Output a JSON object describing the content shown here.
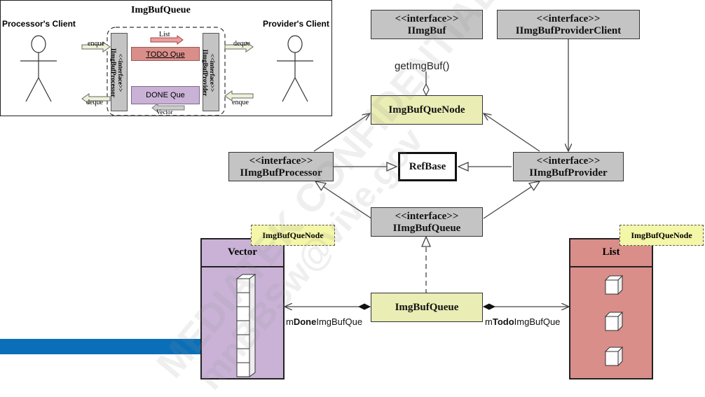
{
  "inset": {
    "title": "ImgBufQueue",
    "processor_client": "Processor's Client",
    "provider_client": "Provider's Client",
    "enque_left": "enque",
    "deque_left": "deque",
    "deque_right_top": "deque",
    "enque_right_bottom": "enque",
    "processor_bar": "<<interface>> IImgBufProcessor",
    "provider_bar": "<<interface>> IImgBufProvider",
    "list_label": "List",
    "todo_label": "TODO Que",
    "done_label": "DONE Que",
    "vector_label": "Vector"
  },
  "classes": {
    "iimgbuf": {
      "stereotype": "<<interface>>",
      "name": "IImgBuf"
    },
    "provider_client": {
      "stereotype": "<<interface>>",
      "name": "IImgBufProviderClient"
    },
    "queue_node": {
      "name": "ImgBufQueNode"
    },
    "processor": {
      "stereotype": "<<interface>>",
      "name": "IImgBufProcessor"
    },
    "refbase": {
      "name": "RefBase"
    },
    "provider": {
      "stereotype": "<<interface>>",
      "name": "IImgBufProvider"
    },
    "iqueue": {
      "stereotype": "<<interface>>",
      "name": "IImgBufQueue"
    },
    "queue": {
      "name": "ImgBufQueue"
    },
    "vector": {
      "name": "Vector"
    },
    "list": {
      "name": "List"
    }
  },
  "notes": {
    "vector_template": "ImgBufQueNode",
    "list_template": "ImgBufQueNode"
  },
  "labels": {
    "get_img_buf": "getImgBuf()",
    "done_prefix": "m",
    "done_bold": "Done",
    "done_suffix": "ImgBufQue",
    "todo_prefix": "m",
    "todo_bold": "Todo",
    "todo_suffix": "ImgBufQue"
  },
  "watermark": {
    "line1": "MEDIATEK CONFIDENTIAL",
    "line2": "mnBBSw@vive.gov"
  },
  "colors": {
    "interface_fill": "#c4c4c4",
    "class_fill": "#eaedb4",
    "vector_fill": "#c9b2d6",
    "list_fill": "#d98e8a",
    "todo_fill": "#d98e8a",
    "done_fill": "#c9b2d6",
    "note_fill": "#f4f6a8",
    "accent_bar": "#0a6fb8"
  }
}
